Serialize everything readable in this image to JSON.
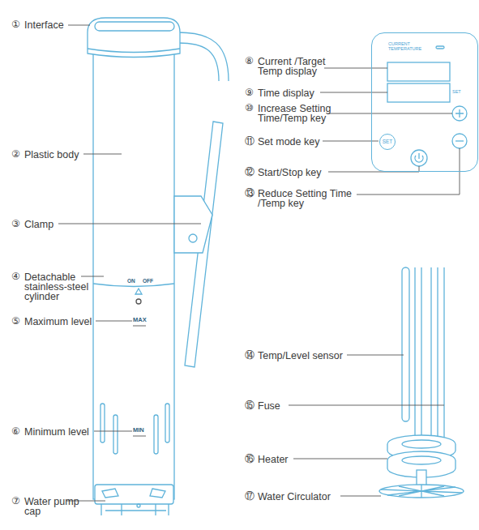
{
  "diagram": {
    "nodes": [
      {
        "text": [
          "CURRENT TEMPERATURE",
          "SET"
        ]
      },
      {
        "text": [
          "SET"
        ],
        "in": 0
      }
    ],
    "labels": [
      "①",
      "Interface",
      "②",
      "Plastic body",
      "③",
      "Clamp",
      "④",
      "Detachable stainless-steel cylinder",
      "⑤",
      "Maximum level",
      "⑥",
      "Minimum level",
      "⑦",
      "Water pump cap",
      "ON",
      "OFF",
      "MAX",
      "MIN",
      "⑧",
      "Current /Target Temp display",
      "⑨",
      "Time display",
      "⑩",
      "Increase Setting Time/Temp key",
      "⑪",
      "Set mode key",
      "⑫",
      "Start/Stop key",
      "⑬",
      "Reduce Setting Time /Temp key",
      "⑭",
      "Temp/Level sensor",
      "⑮",
      "Fuse",
      "⑯",
      "Heater",
      "⑰",
      "Water Circulator"
    ]
  }
}
